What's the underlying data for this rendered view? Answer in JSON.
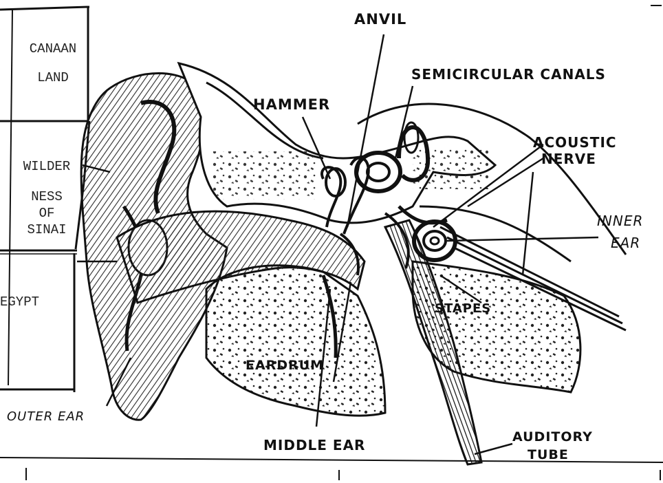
{
  "map_sidebar": {
    "regions": [
      {
        "lines": [
          "CANAAN",
          "LAND"
        ]
      },
      {
        "lines": [
          "WILDER",
          "NESS",
          "OF",
          "SINAI"
        ]
      },
      {
        "lines": [
          "EGYPT"
        ]
      }
    ]
  },
  "ear_labels": {
    "anvil": "ANVIL",
    "semicircular_canals": "SEMICIRCULAR CANALS",
    "hammer": "HAMMER",
    "acoustic_nerve": [
      "ACOUSTIC",
      "NERVE"
    ],
    "inner_ear": [
      "INNER",
      "EAR"
    ],
    "stapes": "STAPES",
    "eardrum": "EARDRUM",
    "outer_ear": "OUTER EAR",
    "middle_ear": "MIDDLE EAR",
    "auditory_tube": [
      "AUDITORY",
      "TUBE"
    ]
  },
  "colors": {
    "ink": "#111111",
    "paper": "#ffffff",
    "hatch": "#2a2a2a"
  }
}
